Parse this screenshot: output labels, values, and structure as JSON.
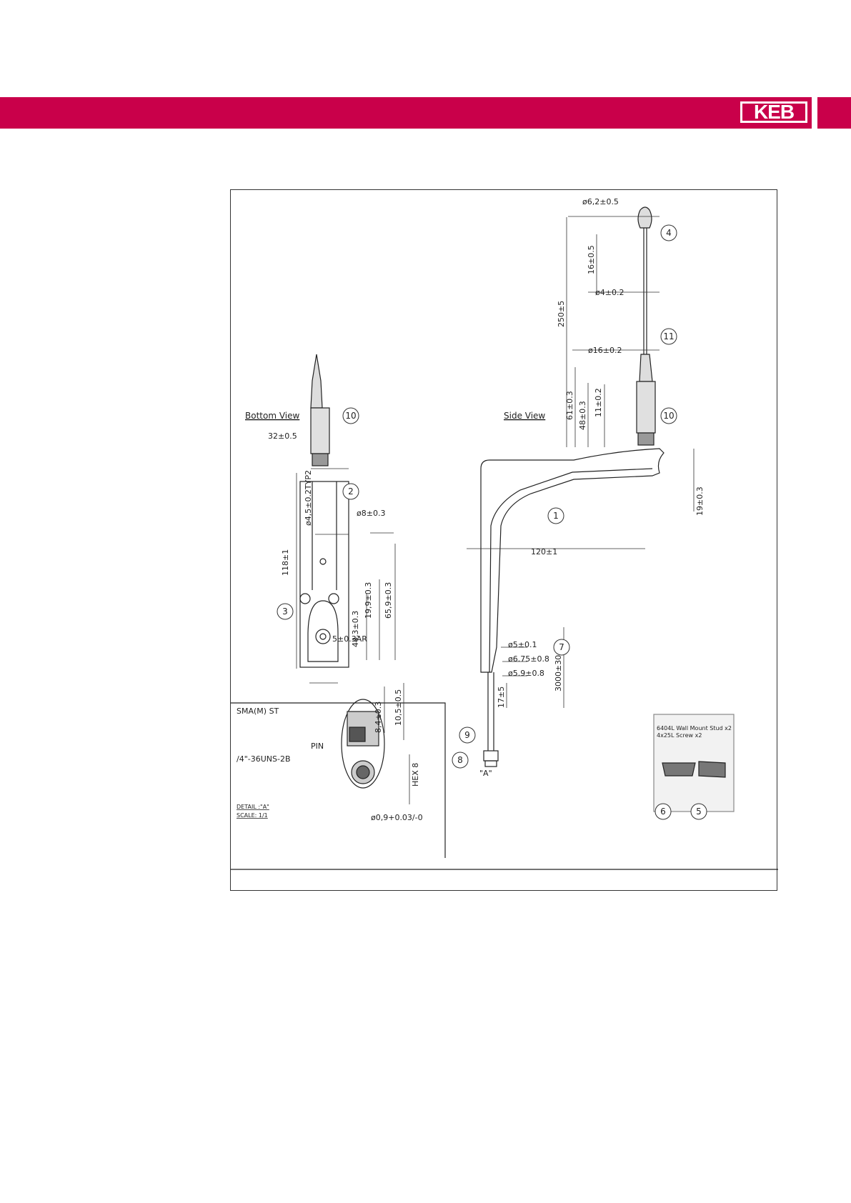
{
  "brand": {
    "logo_text": "KEB",
    "band_color": "#c9004a"
  },
  "drawing": {
    "views": {
      "bottom": "Bottom View",
      "side": "Side View"
    },
    "detail": {
      "title": "SMA(M) ST",
      "pin": "PIN",
      "thread": "/4\"-36UNS-2B",
      "hex": "HEX 8",
      "detail_label": "DETAIL :\"A\"",
      "scale_label": "SCALE: 1/1",
      "dim_05": "10,5±0.5",
      "dim_84": "8,4±0.3",
      "pin_dia": "ø0,9+0.03/-0"
    },
    "kit": {
      "line1": "6404L Wall Mount Stud  x2",
      "line2": "4x25L Screw              x2"
    },
    "bottom_dims": {
      "w32": "32±0.5",
      "h118": "118±1",
      "d45": "ø4,5±0.2TYP2",
      "d8": "ø8±0.3",
      "h199": "19,9±0.3",
      "h659": "65,9±0.3",
      "h443": "44,3±0.3",
      "w5": "5±0.3AR"
    },
    "side_dims": {
      "d62": "ø6,2±0.5",
      "h16": "16±0.5",
      "d4": "ø4±0.2",
      "h250": "250±5",
      "d16": "ø16±0.2",
      "h61": "61±0.3",
      "h48": "48±0.3",
      "h11": "11±0.2",
      "h19": "19±0.3",
      "w120": "120±1",
      "d5": "ø5±0.1",
      "d675": "ø6.75±0.8",
      "d59": "ø5.9±0.8",
      "h17": "17±5",
      "h3000": "3000±30",
      "a_label": "\"A\""
    },
    "balloons": [
      "1",
      "2",
      "3",
      "4",
      "5",
      "6",
      "7",
      "8",
      "9",
      "10",
      "11"
    ]
  }
}
